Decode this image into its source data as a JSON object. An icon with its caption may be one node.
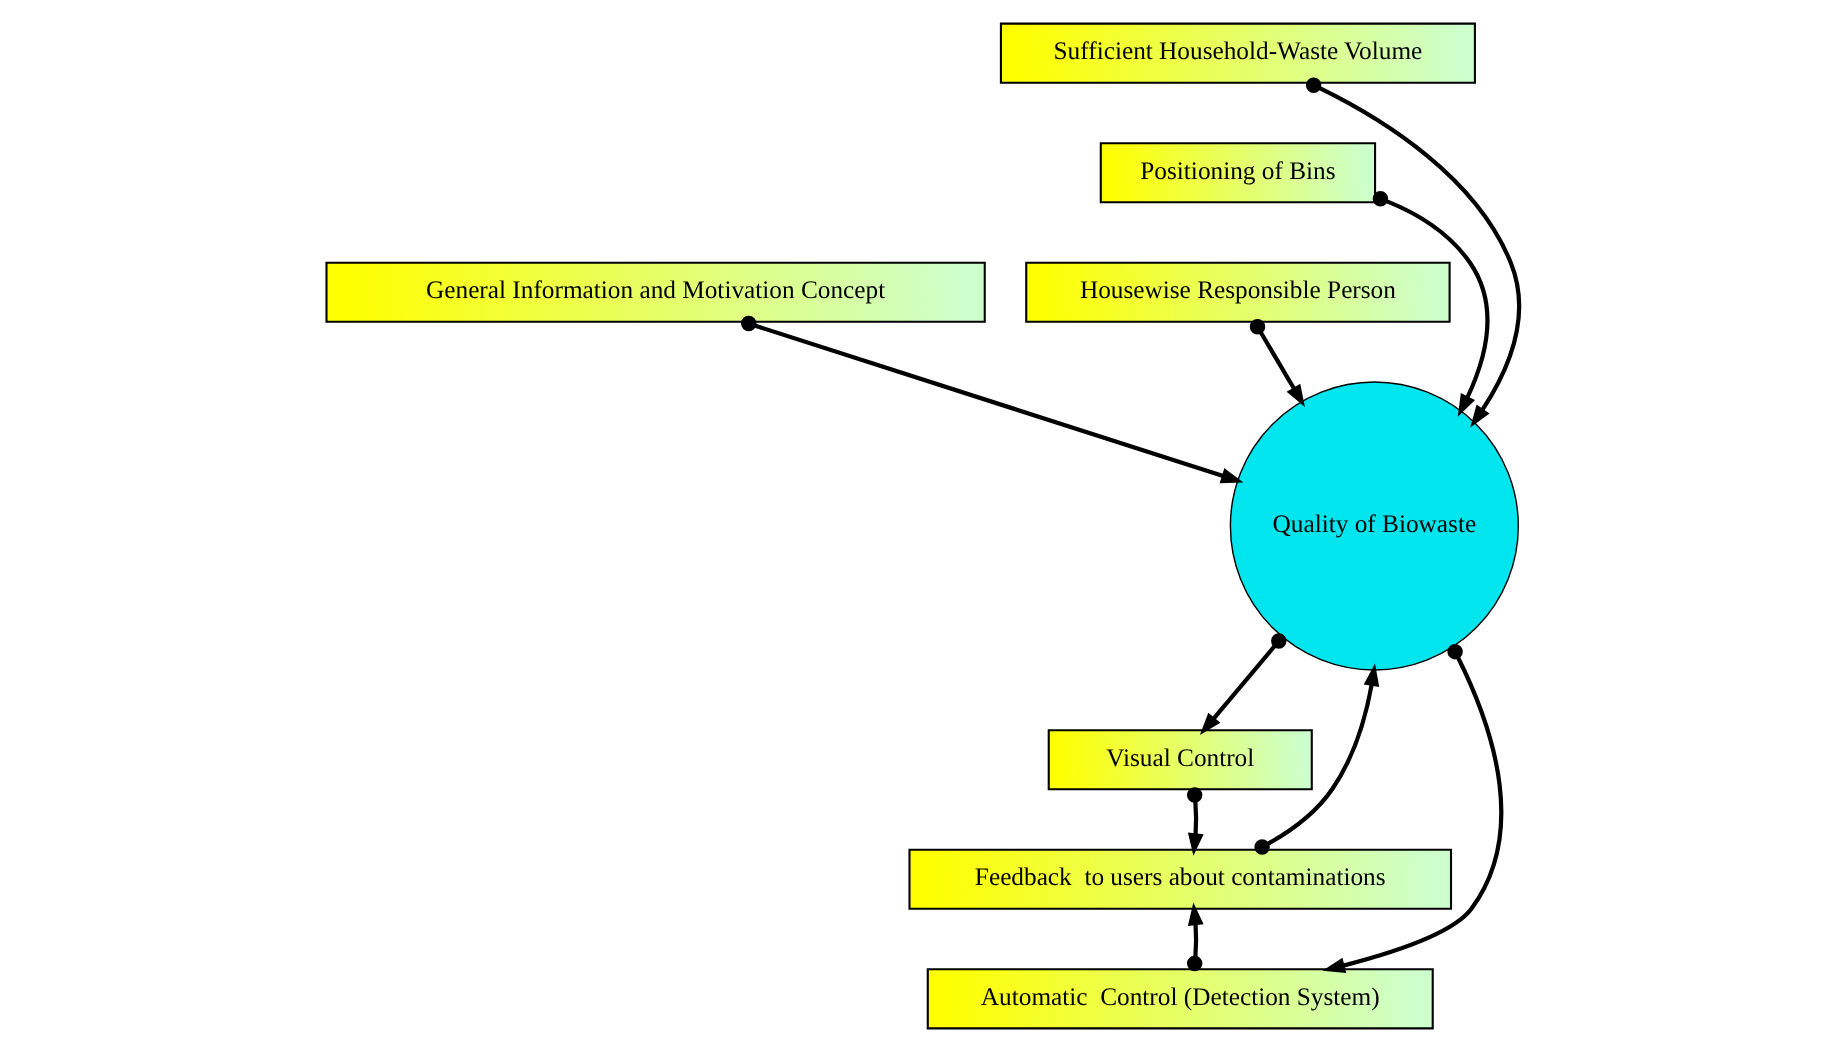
{
  "diagram": {
    "nodes": [
      {
        "text": [
          "General Information and Motivation Concept"
        ]
      },
      {
        "text": [
          "Sufficient Household-Waste Volume"
        ]
      },
      {
        "text": [
          "Positioning of Bins"
        ]
      },
      {
        "text": [
          "Housewise Responsible Person"
        ]
      },
      {
        "text": [
          "Quality of Biowaste"
        ]
      },
      {
        "text": [
          "Visual Control"
        ]
      },
      {
        "text": [
          "Feedback  to users about contaminations"
        ]
      },
      {
        "text": [
          "Automatic  Control (Detection System)"
        ]
      }
    ],
    "edges": [
      {
        "from": 0,
        "to": 4,
        "arrow": "to"
      },
      {
        "from": 1,
        "to": 4,
        "arrow": "to"
      },
      {
        "from": 4,
        "to": 5,
        "arrow": "to"
      },
      {
        "from": 5,
        "to": 6,
        "arrow": "to"
      },
      {
        "from": 6,
        "to": 4,
        "arrow": "to"
      },
      {
        "from": 2,
        "to": 4,
        "arrow": "to"
      },
      {
        "from": 4,
        "to": 7,
        "arrow": "to"
      },
      {
        "from": 3,
        "to": 4,
        "arrow": "to"
      },
      {
        "from": 7,
        "to": 6,
        "arrow": "to"
      }
    ]
  }
}
